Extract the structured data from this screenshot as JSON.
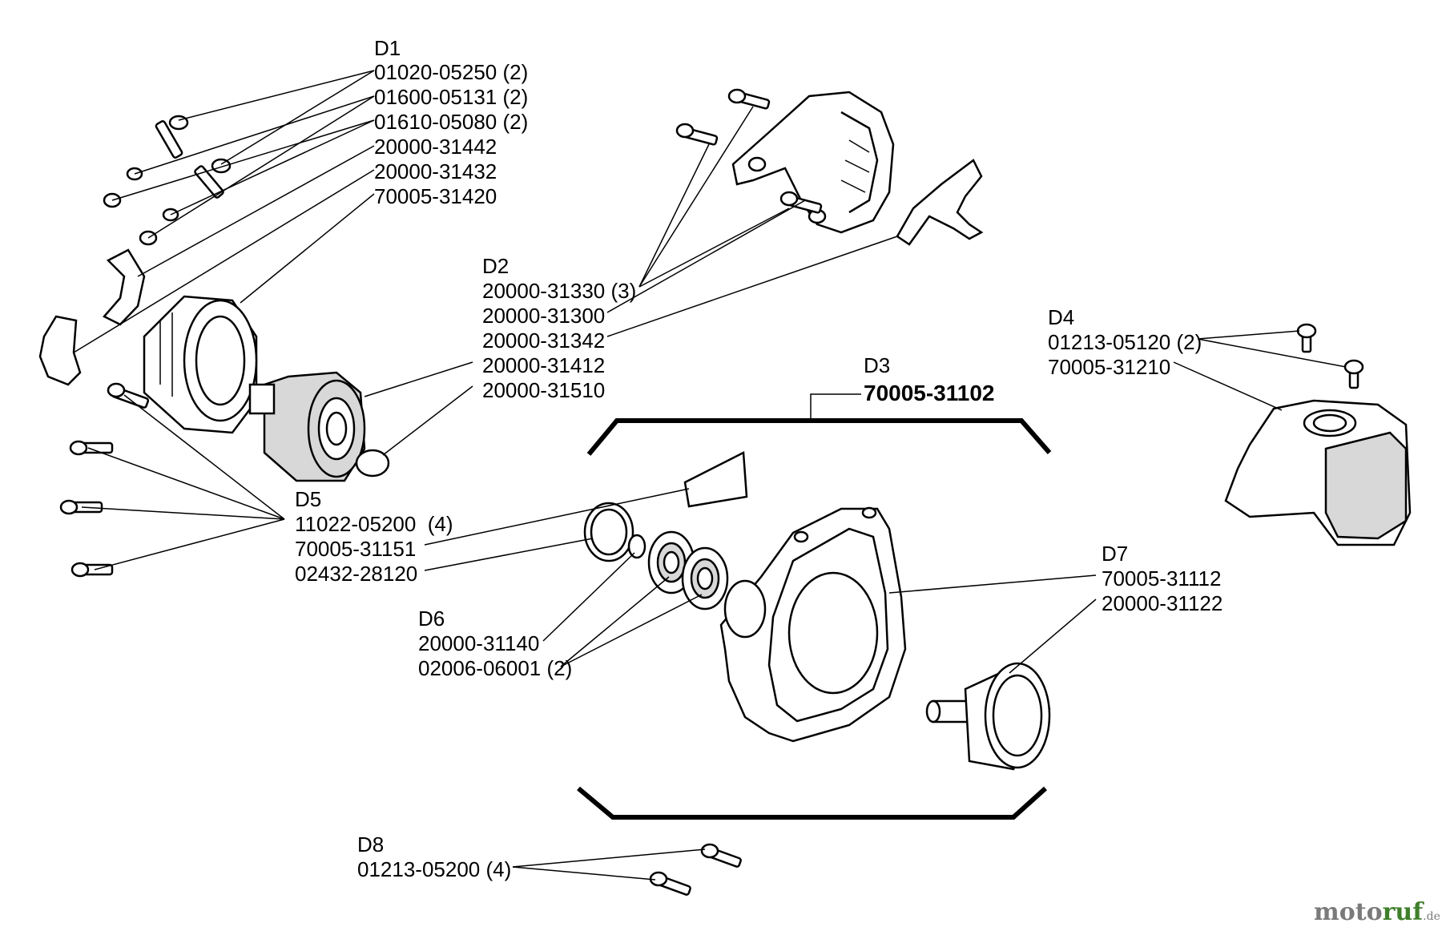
{
  "groups": {
    "d1": {
      "name": "D1",
      "parts": [
        "01020-05250 (2)",
        "01600-05131 (2)",
        "01610-05080 (2)",
        "20000-31442",
        "20000-31432",
        "70005-31420"
      ]
    },
    "d2": {
      "name": "D2",
      "parts": [
        "20000-31330 (3)",
        "20000-31300",
        "20000-31342",
        "20000-31412",
        "20000-31510"
      ]
    },
    "d3": {
      "name": "D3",
      "assembly": "70005-31102"
    },
    "d4": {
      "name": "D4",
      "parts": [
        "01213-05120 (2)",
        "70005-31210"
      ]
    },
    "d5": {
      "name": "D5",
      "parts": [
        "11022-05200  (4)",
        "70005-31151",
        "02432-28120"
      ]
    },
    "d6": {
      "name": "D6",
      "parts": [
        "20000-31140",
        "02006-06001 (2)"
      ]
    },
    "d7": {
      "name": "D7",
      "parts": [
        "70005-31112",
        "20000-31122"
      ]
    },
    "d8": {
      "name": "D8",
      "parts": [
        "01213-05200 (4)"
      ]
    }
  },
  "watermark": {
    "part1": "moto",
    "part2": "ruf",
    "suffix": ".de"
  },
  "colors": {
    "ink": "#000000",
    "watermark_gray": "#7a7a7a",
    "watermark_green": "#3f7f2a"
  }
}
